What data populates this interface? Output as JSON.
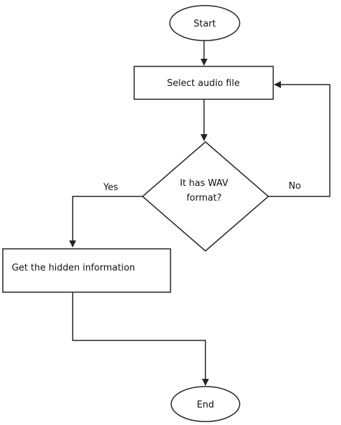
{
  "diagram": {
    "nodes": {
      "start": {
        "label": "Start"
      },
      "select_file": {
        "label": "Select audio file"
      },
      "decision": {
        "label_line1": "It has WAV",
        "label_line2": "format?"
      },
      "get_info": {
        "label": "Get the hidden information"
      },
      "end": {
        "label": "End"
      }
    },
    "edges": {
      "yes_label": "Yes",
      "no_label": "No"
    },
    "colors": {
      "stroke": "#222222",
      "text": "#111111",
      "background": "#ffffff"
    }
  }
}
